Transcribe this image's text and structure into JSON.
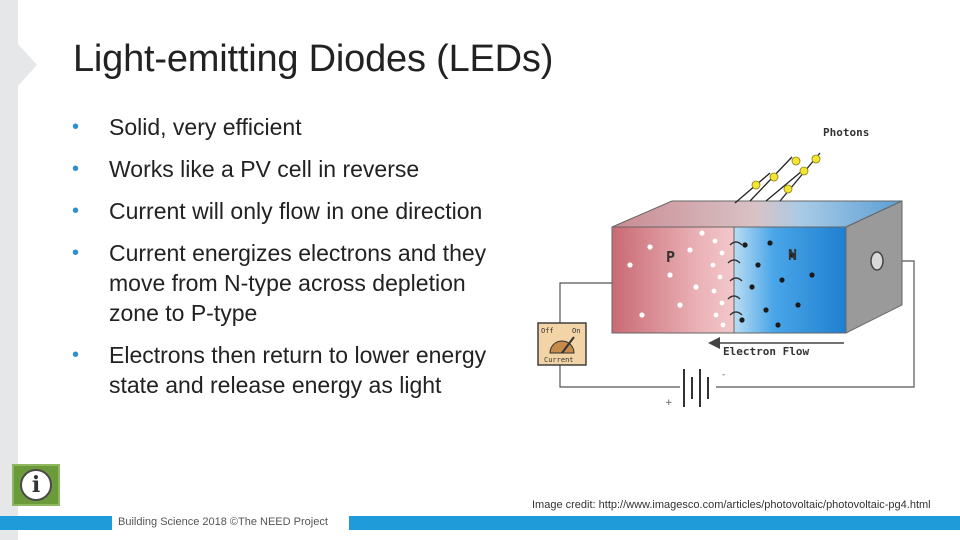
{
  "slide": {
    "title": "Light-emitting Diodes (LEDs)",
    "bullets": [
      "Solid, very efficient",
      "Works like a PV cell in reverse",
      "Current will only flow in one direction",
      "Current energizes electrons and they move from N-type across depletion zone to P-type",
      "Electrons then return to lower energy state and release energy as light"
    ],
    "bullet_glyph": "•"
  },
  "diagram": {
    "photons_label": "Photons",
    "p_label": "P",
    "n_label": "N",
    "electron_flow_label": "Electron Flow",
    "switch_off_label": "Off",
    "switch_on_label": "On",
    "switch_current_label": "Current",
    "plus_label": "+",
    "minus_label": "-",
    "p_color": "#e8a7ad",
    "n_color": "#4aa6e8"
  },
  "footer": {
    "text": "Building Science 2018 ©The NEED Project",
    "image_credit": "Image credit: http://www.imagesco.com/articles/photovoltaic/photovoltaic-pg4.html"
  },
  "colors": {
    "accent_blue": "#1f9bd9",
    "info_green": "#6b9a3a"
  },
  "icons": {
    "info": "info-icon"
  }
}
